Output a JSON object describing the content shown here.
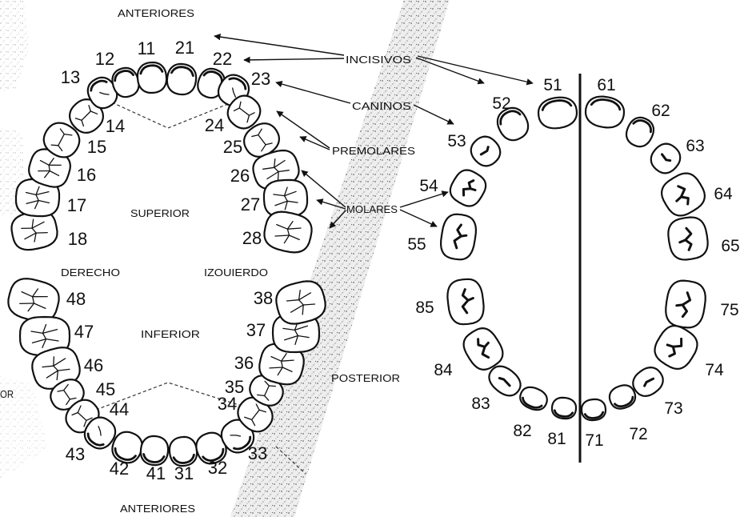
{
  "header": {
    "top_label": "ANTERIORES",
    "bottom_label": "ANTERIORES"
  },
  "tooth_groups": {
    "incisors": "INCISIVOS",
    "canines": "CANINOS",
    "premolars": "PREMOLARES",
    "molars": "MOLARES"
  },
  "regions": {
    "upper": "SUPERIOR",
    "lower": "INFERIOR",
    "right": "DERECHO",
    "left": "IZOUIERDO",
    "posterior": "POSTERIOR"
  },
  "edge_fragment": "OR",
  "permanent_teeth": {
    "upper": [
      "18",
      "17",
      "16",
      "15",
      "14",
      "13",
      "12",
      "11",
      "21",
      "22",
      "23",
      "24",
      "25",
      "26",
      "27",
      "28"
    ],
    "lower": [
      "48",
      "47",
      "46",
      "45",
      "44",
      "43",
      "42",
      "41",
      "31",
      "32",
      "33",
      "34",
      "35",
      "36",
      "37",
      "38"
    ]
  },
  "primary_teeth": {
    "upper": [
      "55",
      "54",
      "53",
      "52",
      "51",
      "61",
      "62",
      "63",
      "64",
      "65"
    ],
    "lower": [
      "85",
      "84",
      "83",
      "82",
      "81",
      "71",
      "72",
      "73",
      "74",
      "75"
    ]
  }
}
